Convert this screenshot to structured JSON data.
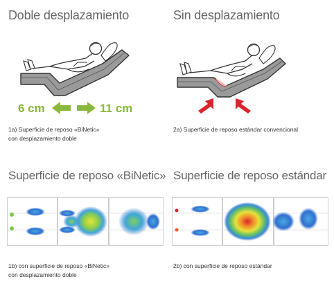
{
  "top": {
    "left_title": "Doble desplazamiento",
    "right_title": "Sin desplazamiento",
    "left_caption": [
      "1a) Superficie de reposo «BiNetic»",
      "con desplazamiento doble"
    ],
    "right_caption": [
      "2a) Superficie de reposo estándar convencional"
    ],
    "left_arrow_label": "6 cm",
    "right_arrow_label": "11 cm"
  },
  "bottom": {
    "left_title": "Superficie de reposo «BiNetic»",
    "right_title": "Superficie de reposo estándar",
    "left_caption": [
      "1b) con superficie de reposo «BiNetic»",
      "con desplazamiento doble"
    ],
    "right_caption": [
      "2b) con superficie de reposo estándar"
    ]
  },
  "colors": {
    "title": "#666666",
    "green_arrow": "#8ab83c",
    "red_arrow": "#d8262e",
    "bed": "#9a9a9a",
    "bed_outline": "#333333"
  }
}
